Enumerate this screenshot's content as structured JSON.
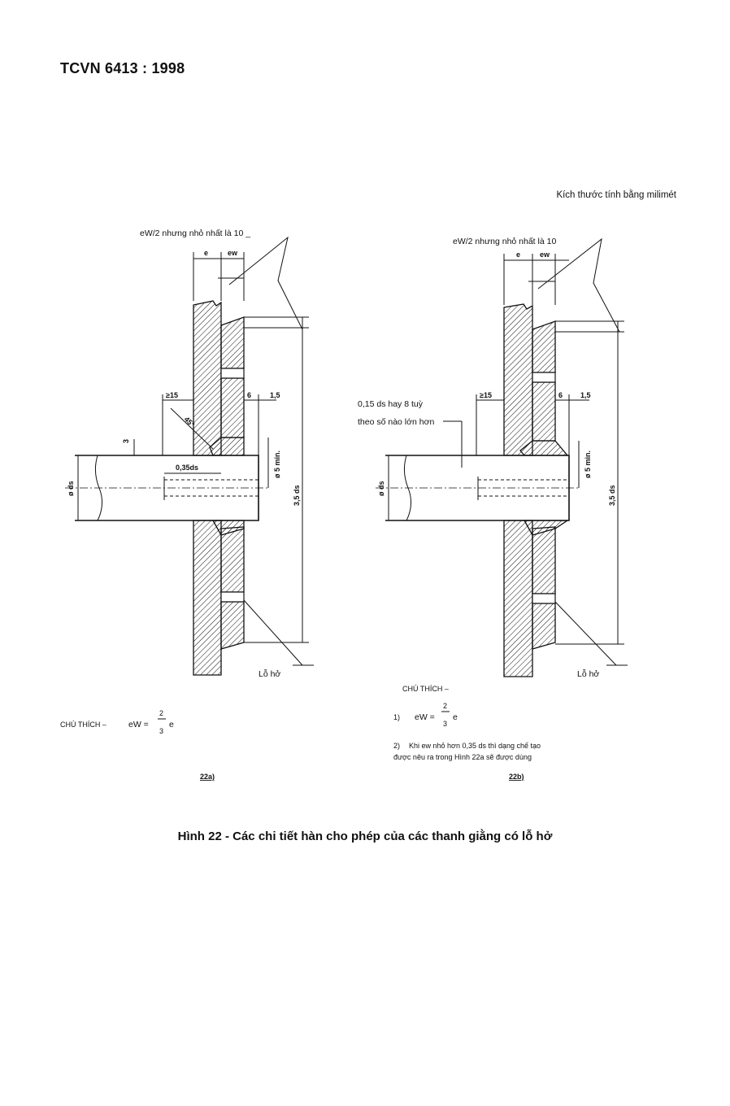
{
  "header": {
    "standard": "TCVN 6413 : 1998"
  },
  "units_note": "Kích thước tính bằng milimét",
  "figure_a": {
    "leader_label": "eW/2 nhưng nhỏ nhất là 10 _",
    "dim_e": "e",
    "dim_ew": "ew",
    "dim_ge15": "≥15",
    "dim_angle": "45°",
    "dim_6": "6",
    "dim_1_5": "1,5",
    "dim_3": "3",
    "dim_035ds": "0,35ds",
    "dim_5min": "ø 5 min.",
    "dim_ds": "ø ds",
    "dim_35ds": "3,5 ds",
    "hole_label": "Lỗ hở",
    "note_prefix": "CHÚ THÍCH –",
    "note_lhs": "eW =",
    "note_num": "2",
    "note_den": "3",
    "note_var": "e",
    "sublabel": "22a)"
  },
  "figure_b": {
    "leader_label": "eW/2 nhưng nhỏ nhất là 10",
    "dim_e": "e",
    "dim_ew": "ew",
    "dim_ge15": "≥15",
    "dim_6": "6",
    "dim_1_5": "1,5",
    "side_label_1": "0,15 ds hay 8 tuỳ",
    "side_label_2": "theo số nào lớn hơn",
    "dim_5min": "ø 5 min.",
    "dim_ds": "ø ds",
    "dim_35ds": "3,5 ds",
    "hole_label": "Lỗ hở",
    "note_title": "CHÚ THÍCH –",
    "note1_num": "1)",
    "note1_lhs": "eW =",
    "note1_num_frac": "2",
    "note1_den_frac": "3",
    "note1_var": "e",
    "note2_num": "2)",
    "note2_line1": "Khi ew nhỏ hơn 0,35 ds thì dạng chế tạo",
    "note2_line2": "được nêu ra trong Hình 22a sẽ được dùng",
    "sublabel": "22b)"
  },
  "caption": "Hình 22 - Các chi tiết hàn cho phép của các thanh giằng có lỗ hở"
}
